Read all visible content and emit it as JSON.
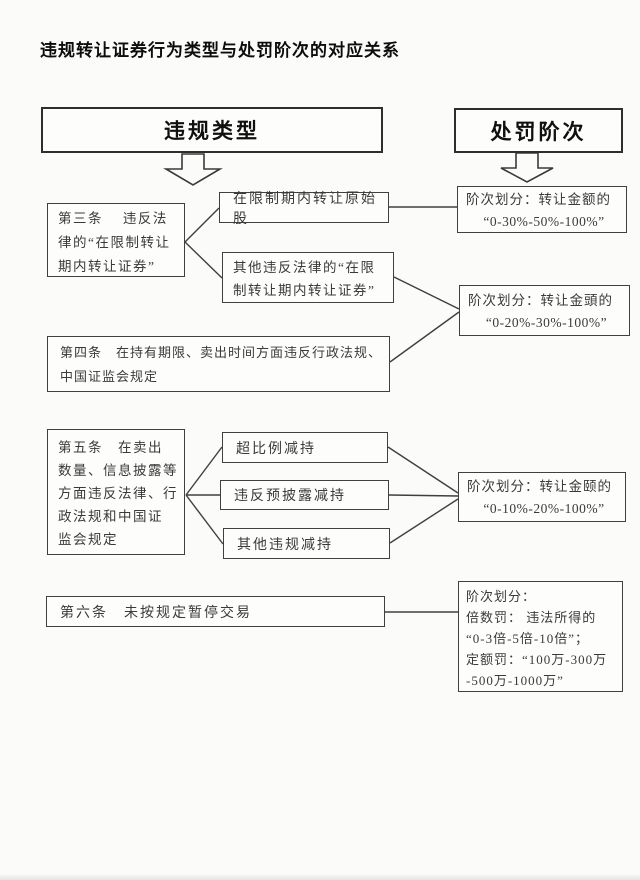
{
  "title": "违规转让证券行为类型与处罚阶次的对应关系",
  "headers": {
    "left": "违规类型",
    "right": "处罚阶次"
  },
  "type_boxes": {
    "a3": {
      "lines": [
        "第三条　 违反法",
        "律的“在限制转让",
        "期内转让证券”"
      ]
    },
    "orig": "在限制期内转让原始股",
    "other": {
      "lines": [
        "其他违反法律的“在限",
        "制转让期内转让证券”"
      ]
    },
    "a4": {
      "lines": [
        "第四条　在持有期限、卖出时间方面违反行政法规、",
        "中国证监会规定"
      ]
    },
    "a5": {
      "lines": [
        "第五条　在卖出",
        "数量、信息披露等",
        "方面违反法律、行",
        "政法规和中国证",
        "监会规定"
      ]
    },
    "r1": "超比例减持",
    "r2": "违反预披露减持",
    "r3": "其他违规减持",
    "a6": "第六条　未按规定暂停交易"
  },
  "penalty_boxes": {
    "p1": {
      "lines": [
        "阶次划分：转让金额的",
        "“0-30%-50%-100%”"
      ]
    },
    "p2": {
      "lines": [
        "阶次划分：转让金頭的",
        "“0-20%-30%-100%”"
      ]
    },
    "p3": {
      "lines": [
        "阶次划分：转让金颐的",
        "“0-10%-20%-100%”"
      ]
    },
    "p4": {
      "lines": [
        "阶次划分：",
        "倍数罚： 违法所得的",
        "“0-3倍-5倍-10倍”；",
        "定额罚：“100万-300万",
        "-500万-1000万”"
      ]
    }
  },
  "icons": {
    "down_arrow": "hollow-block-arrow-down"
  },
  "colors": {
    "background": "#fbfbf9",
    "box_fill": "#fdfdfc",
    "border": "#404040",
    "ink": "#3a3a3a",
    "header_ink": "#101010"
  }
}
